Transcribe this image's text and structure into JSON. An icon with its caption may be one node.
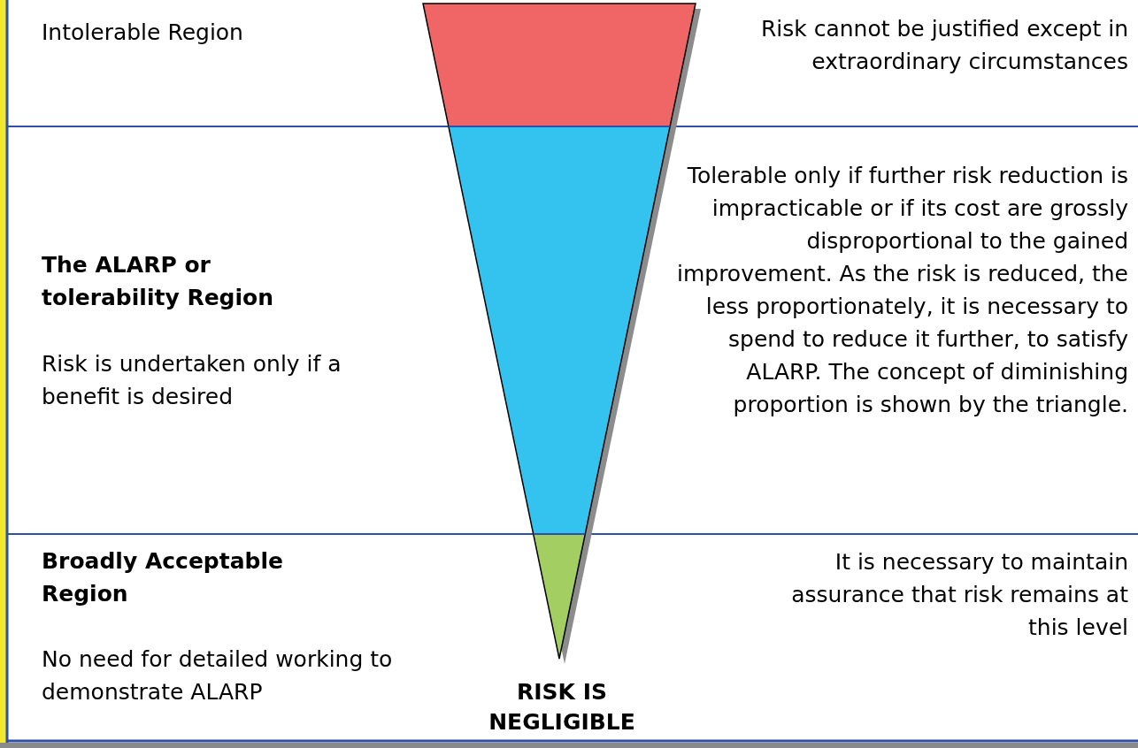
{
  "diagram": {
    "labels": [
      "Intolerable Region",
      "Risk cannot be justified except in extraordinary circumstances",
      "The ALARP or tolerability Region",
      "Risk is undertaken only if a benefit is desired",
      "Tolerable only if further risk reduction is impracticable or if its cost are grossly disproportional to the gained improvement. As the risk is reduced, the less proportionately, it is necessary to spend to reduce it further, to satisfy ALARP. The concept of diminishing proportion is shown by the triangle.",
      "Broadly Acceptable Region",
      "No need for detailed working to demonstrate ALARP",
      "It is necessary to maintain assurance that risk remains at this level",
      "RISK IS NEGLIGIBLE"
    ]
  }
}
